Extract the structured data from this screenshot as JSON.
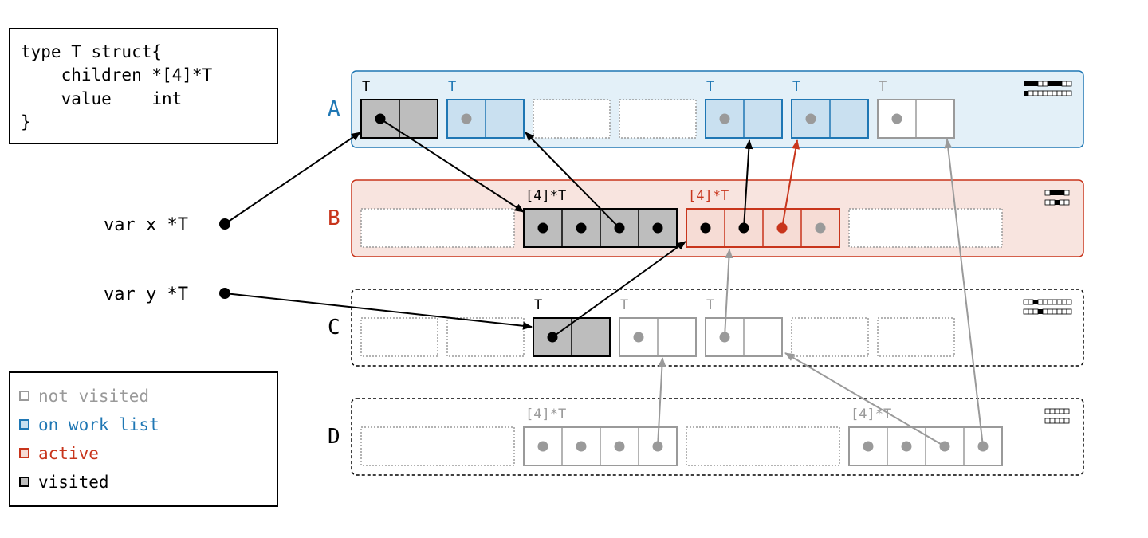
{
  "code": {
    "lines": [
      "type T struct{",
      "    children *[4]*T",
      "    value    int",
      "}"
    ]
  },
  "vars": {
    "x": "var x *T",
    "y": "var y *T"
  },
  "legend": {
    "items": [
      {
        "label": "not visited",
        "color": "#9a9a9a",
        "fill": "#ffffff"
      },
      {
        "label": "on work list",
        "color": "#1f77b4",
        "fill": "#c9e0f0"
      },
      {
        "label": "active",
        "color": "#c8351c",
        "fill": "#f6dcd5"
      },
      {
        "label": "visited",
        "color": "#000000",
        "fill": "#bdbdbd"
      }
    ]
  },
  "spans": {
    "labels": {
      "A": "A",
      "B": "B",
      "C": "C",
      "D": "D"
    },
    "object_labels": {
      "T": "T",
      "arr": "[4]*T"
    }
  },
  "colors": {
    "gray": "#9a9a9a",
    "blue": "#1f77b4",
    "red": "#c8351c",
    "black": "#000000",
    "blue_bg": "#e3f0f8",
    "red_bg": "#f8e4df",
    "visited_fill": "#bdbdbd",
    "worklist_fill": "#c9e0f0",
    "active_fill": "#f6dcd5"
  }
}
